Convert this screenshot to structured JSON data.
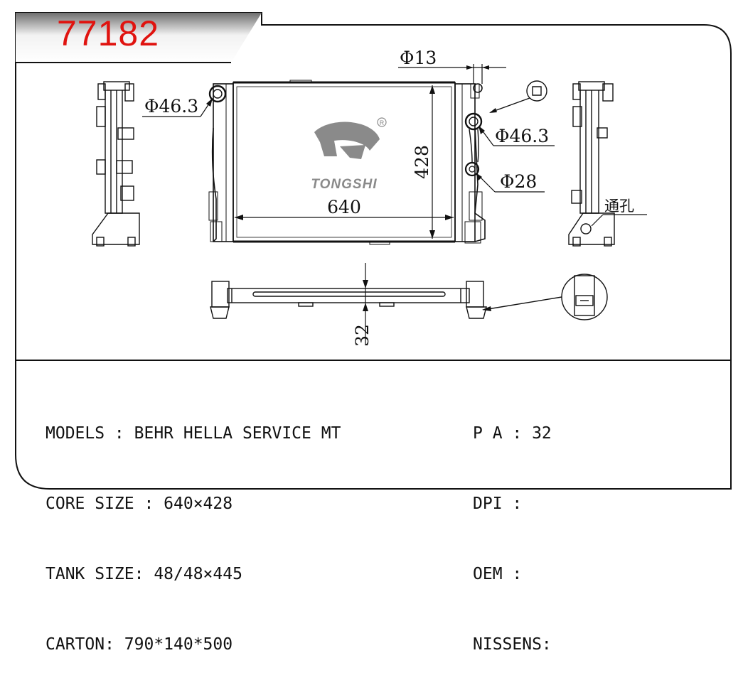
{
  "part_number": "77182",
  "brand": {
    "name": "TONGSHI",
    "registered_mark": "R"
  },
  "dimensions": {
    "outlet_top": "Φ13",
    "inlet_left": "Φ46.3",
    "inlet_right": "Φ46.3",
    "outlet_small": "Φ28",
    "core_height": "428",
    "core_width": "640",
    "core_thickness": "32",
    "vent_hole": "通孔"
  },
  "specs": {
    "models": "MODELS : BEHR HELLA SERVICE MT",
    "core_size": "CORE SIZE : 640×428",
    "tank_size": "TANK SIZE: 48/48×445",
    "carton": "CARTON: 790*140*500",
    "pa": "P A : 32",
    "dpi": "DPI :",
    "oem": "OEM :",
    "nissens": "NISSENS:"
  },
  "colors": {
    "part_number": "#e0130f",
    "line": "#111111",
    "logo": "#8a8a8a"
  }
}
